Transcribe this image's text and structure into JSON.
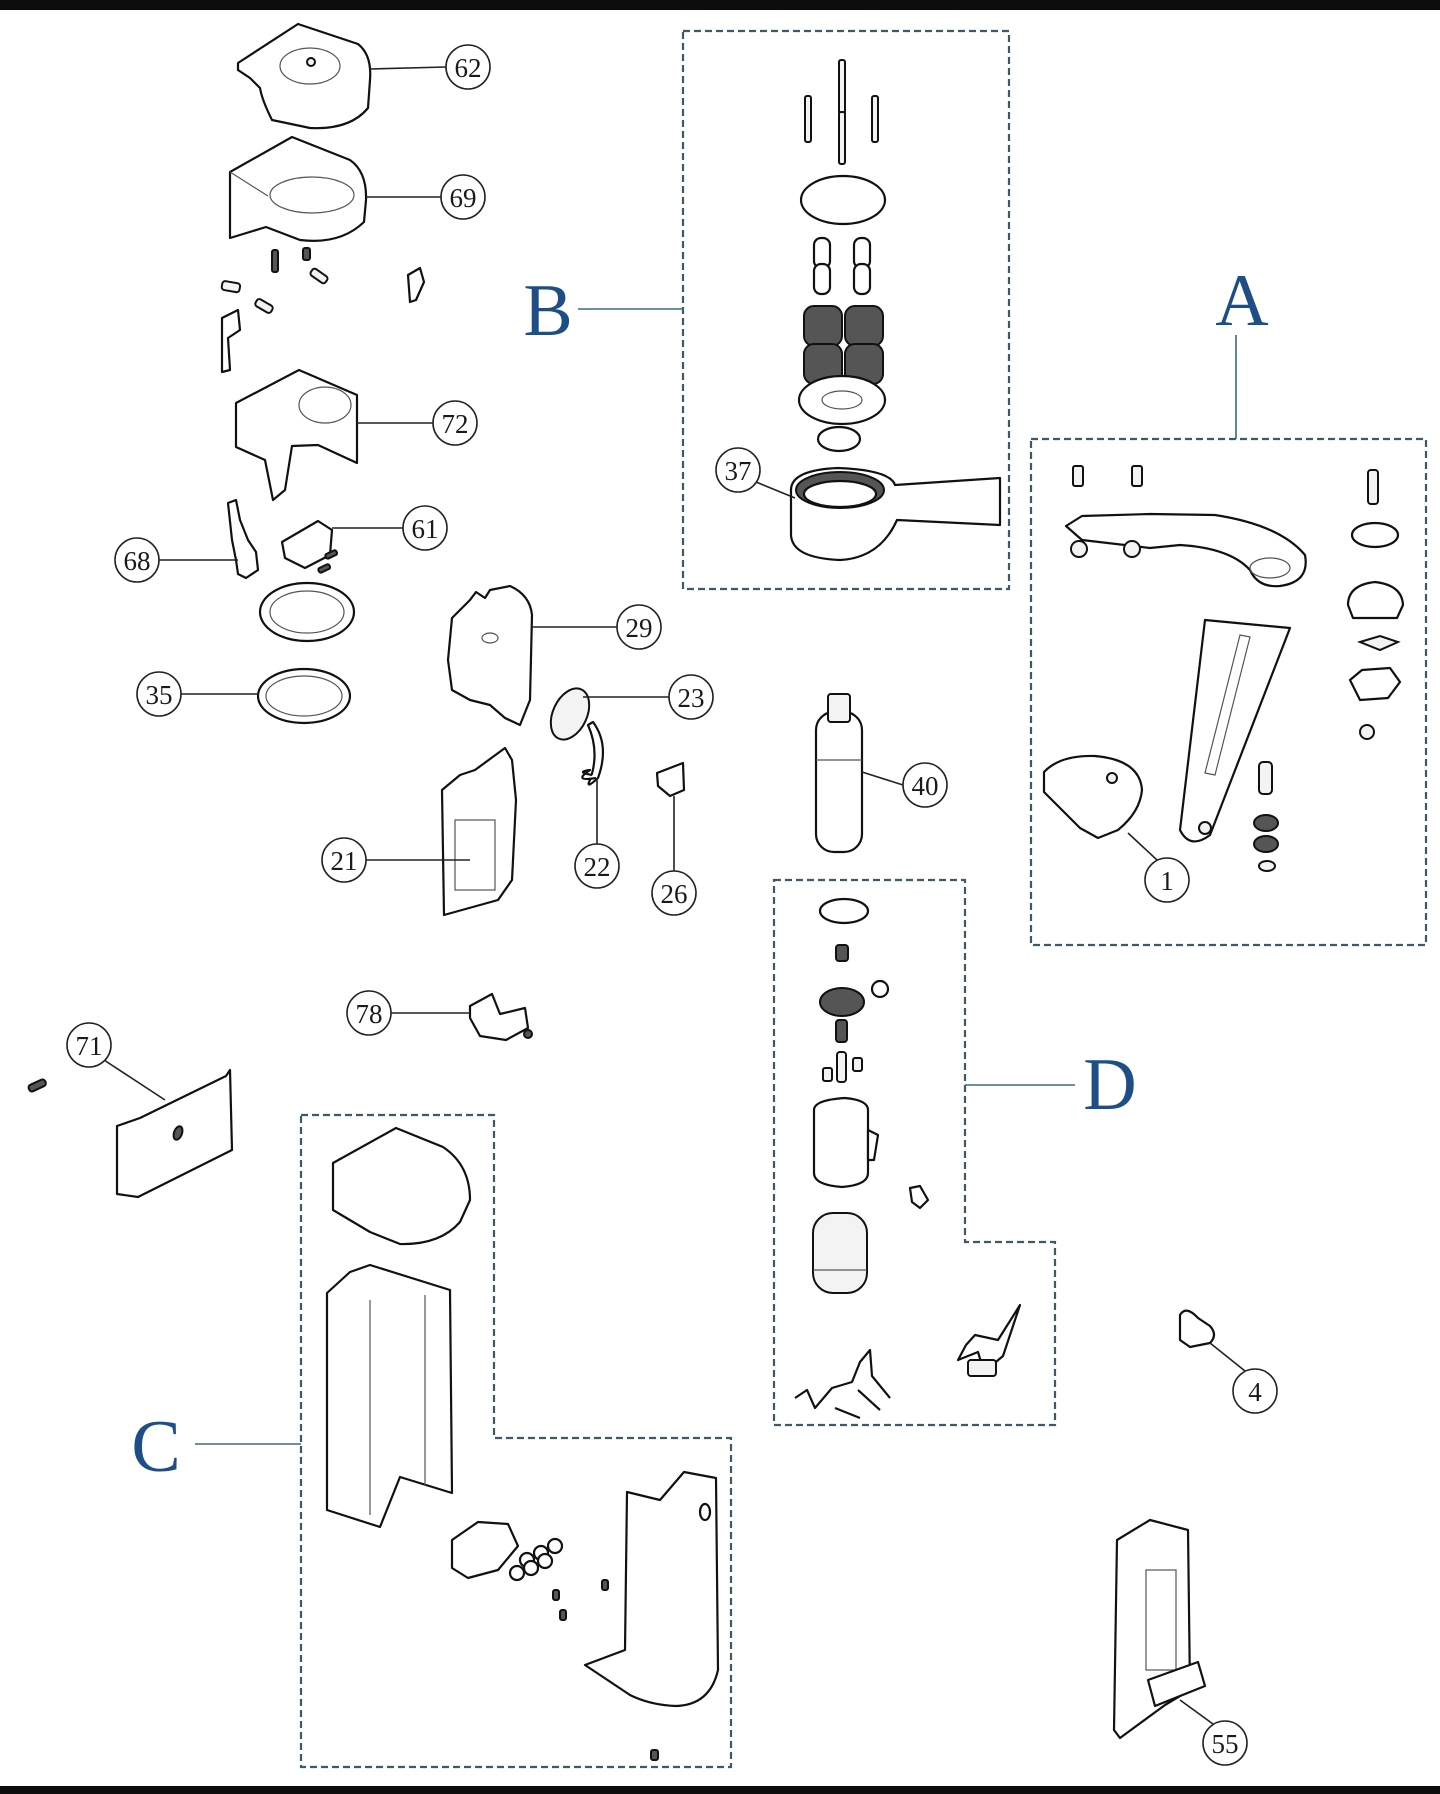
{
  "diagram": {
    "type": "exploded-parts-diagram",
    "colors": {
      "group_letter": "#1d4f86",
      "group_box": "#3d5a66",
      "line_art": "#111111",
      "background": "#ffffff",
      "frame_bars": "#0d0d0d"
    },
    "groups": {
      "A": {
        "letter": "A"
      },
      "B": {
        "letter": "B"
      },
      "C": {
        "letter": "C"
      },
      "D": {
        "letter": "D"
      }
    },
    "callouts": {
      "p62": "62",
      "p69": "69",
      "p72": "72",
      "p61": "61",
      "p68": "68",
      "p35": "35",
      "p29": "29",
      "p23": "23",
      "p40": "40",
      "p21": "21",
      "p22": "22",
      "p26": "26",
      "p37": "37",
      "p1": "1",
      "p78": "78",
      "p71": "71",
      "p4": "4",
      "p55": "55"
    }
  }
}
